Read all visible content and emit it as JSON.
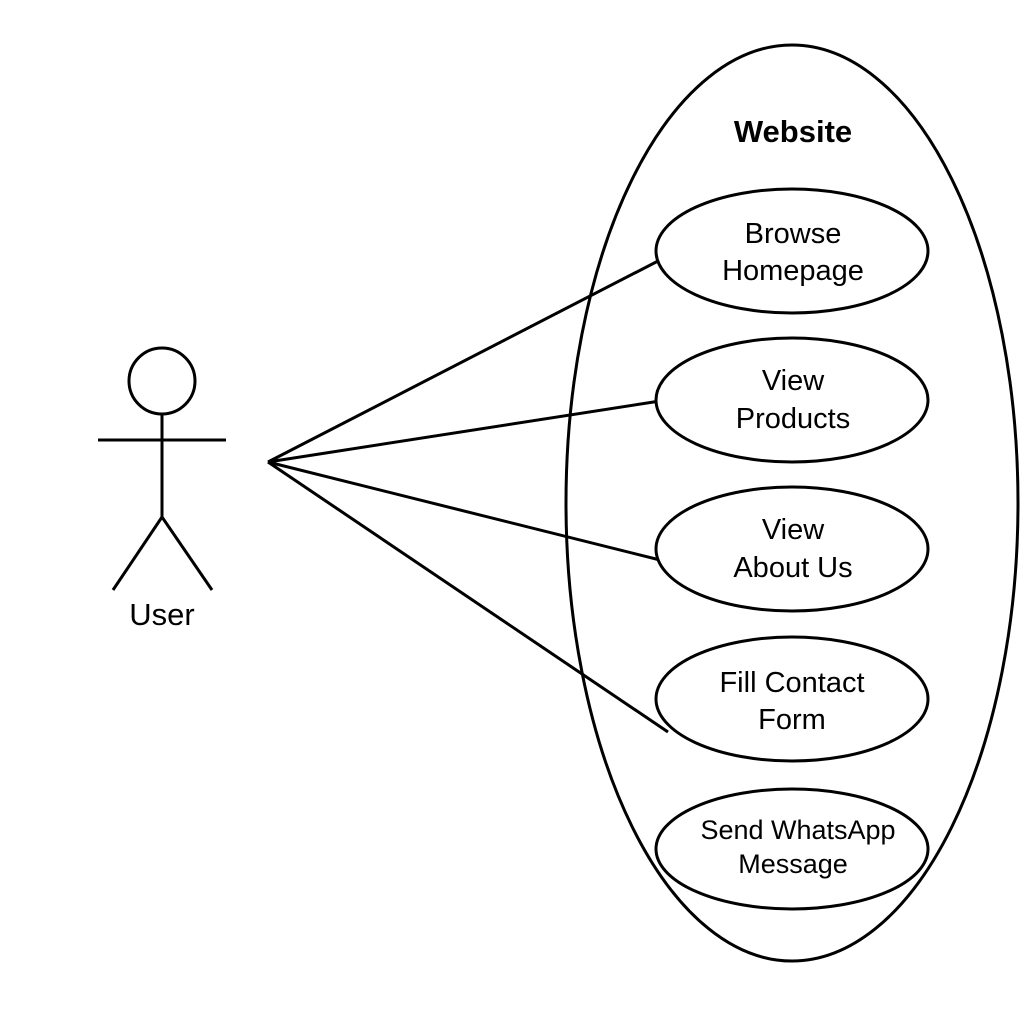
{
  "diagram": {
    "system": {
      "title": "Website"
    },
    "actor": {
      "label": "User"
    },
    "use_cases": [
      {
        "lines": [
          "Browse",
          "Homepage"
        ]
      },
      {
        "lines": [
          "View",
          "Products"
        ]
      },
      {
        "lines": [
          "View",
          "About Us"
        ]
      },
      {
        "lines": [
          "Fill Contact",
          "Form"
        ]
      },
      {
        "lines": [
          "Send WhatsApp",
          "Message"
        ]
      }
    ]
  }
}
